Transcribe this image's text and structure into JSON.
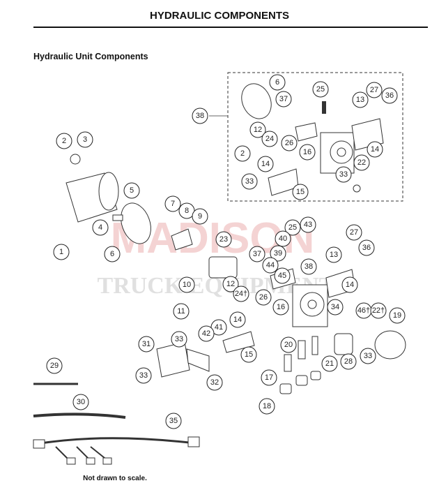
{
  "header": {
    "title": "HYDRAULIC COMPONENTS"
  },
  "section": {
    "title": "Hydraulic Unit Components"
  },
  "footer": {
    "note": "Not drawn to scale."
  },
  "watermark": {
    "line1": "MADISON",
    "line2": "TRUCK EQUIPMENT",
    "color": "#e8a0a0"
  },
  "callouts": [
    "6",
    "25",
    "27",
    "36",
    "37",
    "13",
    "38",
    "12",
    "24",
    "26",
    "2",
    "16",
    "14",
    "22",
    "14",
    "33",
    "33",
    "15",
    "2",
    "3",
    "5",
    "7",
    "8",
    "9",
    "4",
    "1",
    "6",
    "23",
    "43",
    "25",
    "40",
    "27",
    "39",
    "13",
    "36",
    "37",
    "44",
    "38",
    "45",
    "10",
    "12",
    "24†",
    "26",
    "14",
    "16",
    "34",
    "46†",
    "22†",
    "19",
    "11",
    "14",
    "41",
    "42",
    "20",
    "15",
    "31",
    "33",
    "21",
    "28",
    "33",
    "32",
    "33",
    "17",
    "29",
    "18",
    "30",
    "35"
  ]
}
